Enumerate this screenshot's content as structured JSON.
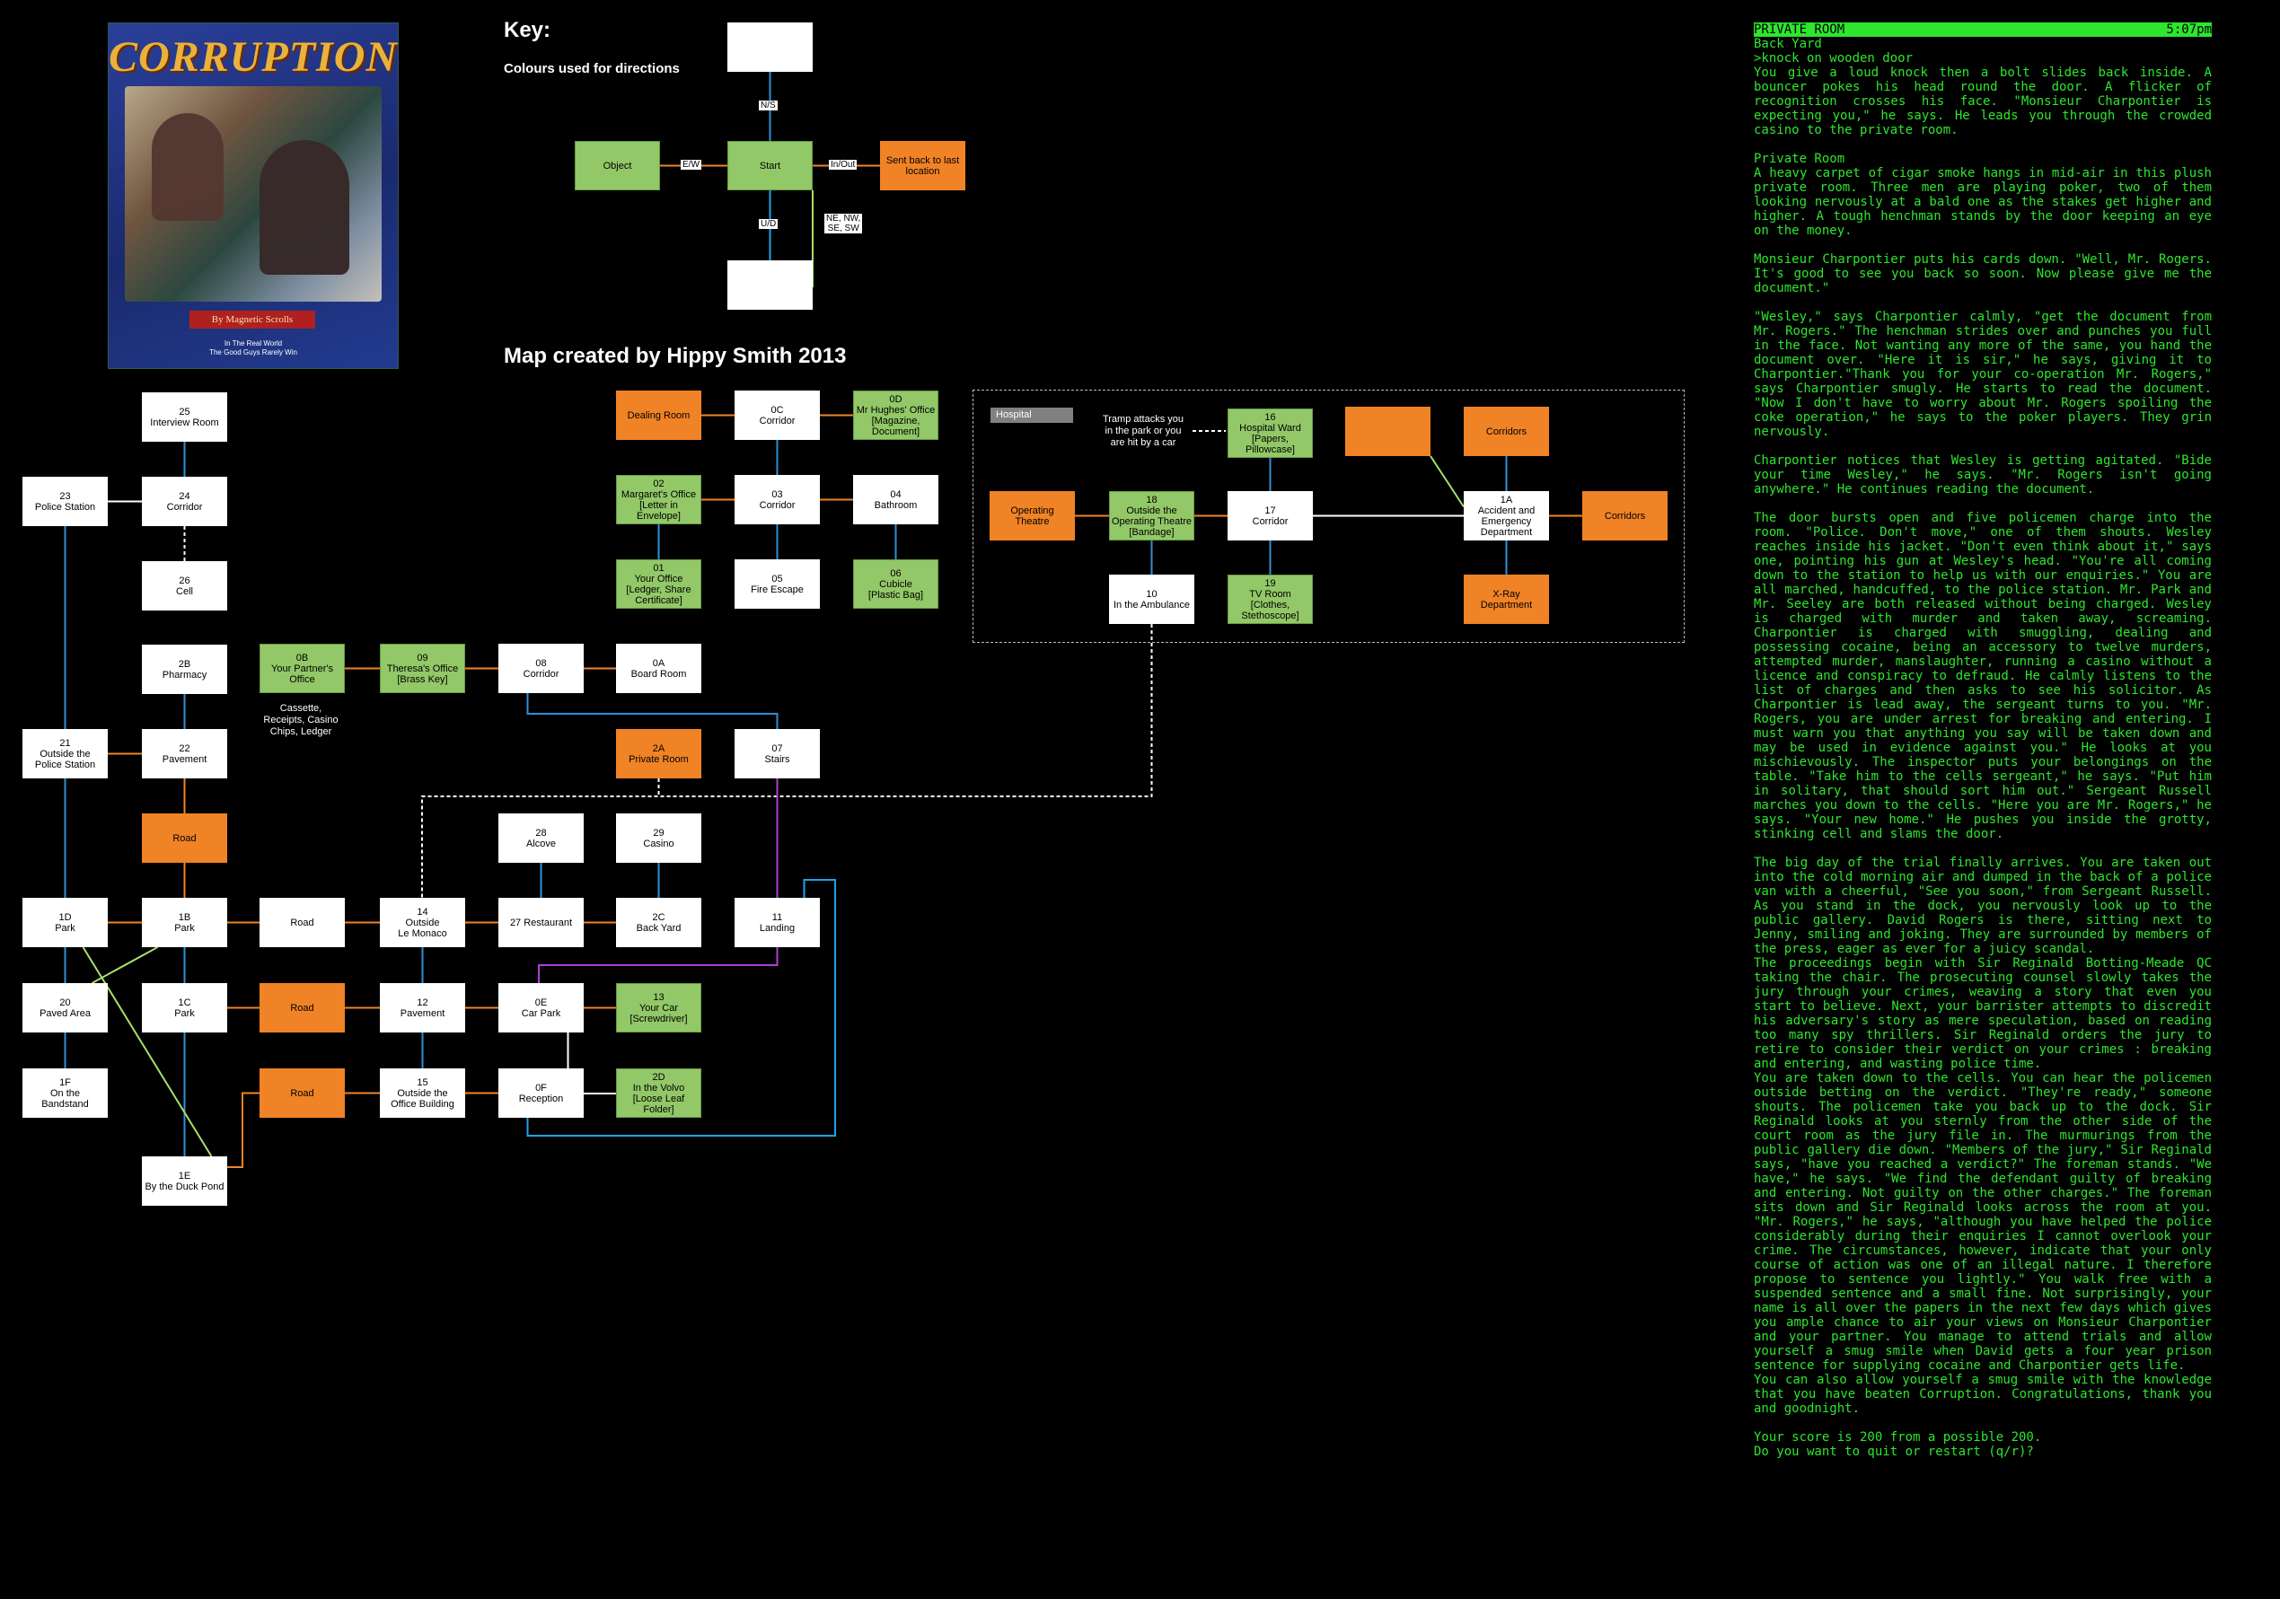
{
  "cover": {
    "title": "CORRUPTION",
    "author": "By Magnetic Scrolls",
    "tagline_1": "In The Real World",
    "tagline_2": "The Good Guys Rarely Win"
  },
  "key": {
    "title": "Key:",
    "subtitle": "Colours used for directions",
    "labels": {
      "ns": "N/S",
      "ew": "E/W",
      "inout": "In/Out",
      "ud": "U/D",
      "diag": "NE, NW,\nSE, SW"
    },
    "nodes": {
      "object": "Object",
      "start": "Start",
      "sent_back": "Sent back to last\nlocation"
    }
  },
  "credit": "Map created by Hippy Smith 2013",
  "hospital": {
    "label": "Hospital",
    "tramp_note": "Tramp attacks you\nin the park or you\nare hit by a car"
  },
  "notes": {
    "partner_office": "Cassette,\nReceipts, Casino\nChips, Ledger"
  },
  "colors": {
    "ns": "#2f8fd8",
    "ew": "#f08326",
    "inout": "#b040d0",
    "ud": "#1fa2e8",
    "diag": "#a8e06a",
    "white_edge": "#ffffff"
  },
  "nodes": {
    "r25": "25\nInterview Room",
    "r24": "24\nCorridor",
    "r23": "23\nPolice Station",
    "r26": "26\nCell",
    "r2B": "2B\nPharmacy",
    "r22": "22\nPavement",
    "r21": "21\nOutside the\nPolice Station",
    "road1": "Road",
    "r1D": "1D\nPark",
    "r1B": "1B\nPark",
    "road2": "Road",
    "r14": "14\nOutside\nLe Monaco",
    "r27": "27 Restaurant",
    "r2C": "2C\nBack Yard",
    "r11": "11\nLanding",
    "r20": "20\nPaved Area",
    "r1C": "1C\nPark",
    "road3": "Road",
    "r12": "12\nPavement",
    "r0E": "0E\nCar Park",
    "r13": "13\nYour Car\n[Screwdriver]",
    "r1F": "1F\nOn the\nBandstand",
    "road4": "Road",
    "r15": "15\nOutside the\nOffice Building",
    "r0F": "0F\nReception",
    "r2D": "2D\nIn the Volvo\n[Loose Leaf\nFolder]",
    "r1E": "1E\nBy the Duck Pond",
    "dealing": "Dealing Room",
    "r0C": "0C\nCorridor",
    "r0D": "0D\nMr Hughes' Office\n[Magazine,\nDocument]",
    "r02": "02\nMargaret's Office\n[Letter in\nEnvelope]",
    "r03": "03\nCorridor",
    "r04": "04\nBathroom",
    "r01": "01\nYour Office\n[Ledger, Share\nCertificate]",
    "r05": "05\nFire Escape",
    "r06": "06\nCubicle\n[Plastic Bag]",
    "r0B": "0B\nYour Partner's\nOffice",
    "r09": "09\nTheresa's Office\n[Brass Key]",
    "r08": "08\nCorridor",
    "r0A": "0A\nBoard Room",
    "r2A": "2A\nPrivate Room",
    "r07": "07\nStairs",
    "r28": "28\nAlcove",
    "r29": "29\nCasino",
    "r16": "16\nHospital Ward\n[Papers,\nPillowcase]",
    "optheatre": "Operating\nTheatre",
    "r18": "18\nOutside the\nOperating Theatre\n[Bandage]",
    "r17": "17\nCorridor",
    "r10": "10\nIn the Ambulance",
    "r19": "19\nTV Room\n[Clothes,\nStethoscope]",
    "hosp_orange": "",
    "corr_top": "Corridors",
    "r1A": "1A\nAccident and\nEmergency\nDepartment",
    "corr_right": "Corridors",
    "xray": "X-Ray\nDepartment"
  },
  "terminal": {
    "status_left": "PRIVATE ROOM",
    "status_right": "5:07pm",
    "loc": "Back Yard",
    "cmd": ">knock on wooden door",
    "p1": "You give a loud knock then a bolt slides back inside. A bouncer pokes his head round the door. A flicker of recognition crosses his face. \"Monsieur Charpontier is expecting you,\" he says. He leads you through the crowded casino to the private room.",
    "p2_title": "Private Room",
    "p2": "A heavy carpet of cigar smoke hangs in mid-air in this plush private room. Three men are playing poker, two of them looking nervously at a bald one as the stakes get higher and higher. A tough henchman stands by the door keeping an eye on the money.",
    "p3": "Monsieur Charpontier puts his cards down. \"Well, Mr. Rogers. It's good to see you back so soon. Now please give me the document.\"",
    "p4": "\"Wesley,\" says Charpontier calmly, \"get the document from Mr. Rogers.\" The henchman strides over and punches you full in the face. Not wanting any more of the same, you hand the document over. \"Here it is sir,\" he says, giving it to Charpontier.\"Thank you for your co-operation Mr. Rogers,\" says Charpontier smugly. He starts to read the document. \"Now I don't have to worry about Mr. Rogers spoiling the coke operation,\" he says to the poker players. They grin nervously.",
    "p5": "Charpontier notices that Wesley is getting agitated. \"Bide your time Wesley,\" he says. \"Mr. Rogers isn't going anywhere.\" He continues reading the document.",
    "p6": "The door bursts open and five policemen charge into the room. \"Police. Don't move,\" one of them shouts. Wesley reaches inside his jacket. \"Don't even think about it,\" says one, pointing his gun at Wesley's head. \"You're all coming down to the station to help us with our enquiries.\" You are all marched, handcuffed, to the police station. Mr. Park and Mr. Seeley are both released without being charged. Wesley is charged with murder and taken away, screaming. Charpontier is charged with smuggling, dealing and possessing cocaine, being an accessory to twelve murders, attempted murder, manslaughter, running a casino without a licence and conspiracy to defraud. He calmly listens to the list of charges and then asks to see his solicitor. As Charpontier is lead away, the sergeant turns to you. \"Mr. Rogers, you are under arrest for breaking and entering. I must warn you that anything you say will be taken down and may be used in evidence against you.\" He looks at you mischievously. The inspector puts your belongings on the table. \"Take him to the cells sergeant,\" he says. \"Put him in solitary, that should sort him out.\" Sergeant Russell marches you down to the cells. \"Here you are Mr. Rogers,\" he says. \"Your new home.\" He pushes you inside the grotty, stinking cell and slams the door.",
    "p7": "The big day of the trial finally arrives. You are taken out into the cold morning air and dumped in the back of a police van with a cheerful, \"See you soon,\" from Sergeant Russell. As you stand in the dock, you nervously look up to the public gallery. David Rogers is there, sitting next to Jenny, smiling and joking. They are surrounded by members of the press, eager as ever for a juicy scandal.",
    "p8": "The proceedings begin with Sir Reginald Botting-Meade QC taking the chair. The prosecuting counsel slowly takes the jury through your crimes, weaving a story that even you start to believe. Next, your barrister attempts to discredit his adversary's story as mere speculation, based on reading too many spy thrillers. Sir Reginald orders the jury to retire to consider their verdict on your crimes : breaking and entering, and wasting police time.",
    "p9": "You are taken down to the cells. You can hear the policemen outside betting on the verdict. \"They're ready,\" someone shouts. The policemen take you back up to the dock. Sir Reginald looks at you sternly from the other side of the court room as the jury file in. The murmurings from the public gallery die down. \"Members of the jury,\" Sir Reginald says, \"have you reached a verdict?\" The foreman stands. \"We have,\" he says. \"We find the defendant guilty of breaking and entering. Not guilty on the other charges.\" The foreman sits down and Sir Reginald looks across the room at you. \"Mr. Rogers,\" he says, \"although you have helped the police considerably during their enquiries I cannot overlook your crime. The circumstances, however, indicate that your only course of action was one of an illegal nature. I therefore propose to sentence you lightly.\" You walk free with a suspended sentence and a small fine. Not surprisingly, your name is all over the papers in the next few days which gives you ample chance to air your views on Monsieur Charpontier and your partner. You manage to attend trials and allow yourself a smug smile when David gets a four year prison sentence for supplying cocaine and Charpontier gets life.",
    "p10": "You can also allow yourself a smug smile with the knowledge that you have beaten Corruption. Congratulations, thank you and goodnight.",
    "p11": "Your score is 200 from a possible 200.",
    "p12": "Do you want to quit or restart (q/r)?"
  }
}
